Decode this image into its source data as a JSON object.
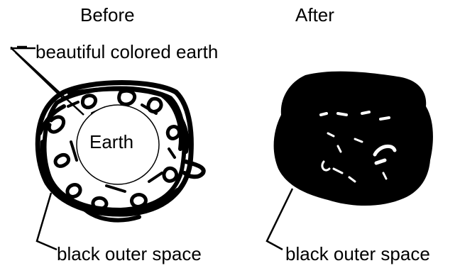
{
  "titles": {
    "before": "Before",
    "after": "After"
  },
  "labels": {
    "colored_earth": "beautiful colored earth",
    "earth": "Earth",
    "outer_space_before": "black outer space",
    "outer_space_after": "black outer space"
  },
  "colors": {
    "ink": "#000000",
    "background": "#ffffff"
  }
}
